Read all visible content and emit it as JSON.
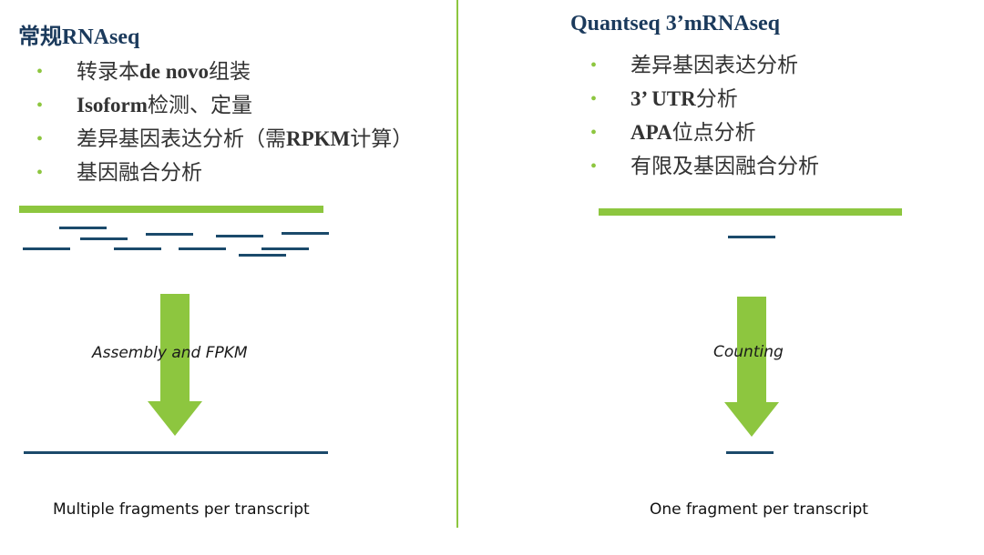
{
  "left": {
    "title": "常规RNAseq",
    "bullets": [
      {
        "pre": "转录本",
        "bold": "de novo",
        "post": "组装"
      },
      {
        "pre": "",
        "bold": "Isoform",
        "post": "检测、定量"
      },
      {
        "pre": "差异基因表达分析（需",
        "bold": "RPKM",
        "post": "计算）"
      },
      {
        "pre": "基因融合分析",
        "bold": "",
        "post": ""
      }
    ],
    "arrow_label": "Assembly and FPKM",
    "caption": "Multiple fragments per transcript"
  },
  "right": {
    "title": "Quantseq  3’mRNAseq",
    "bullets": [
      {
        "pre": "差异基因表达分析",
        "bold": "",
        "post": ""
      },
      {
        "pre": "",
        "bold": "3’ UTR",
        "post": "分析"
      },
      {
        "pre": "",
        "bold": "APA",
        "post": "位点分析"
      },
      {
        "pre": "有限及基因融合分析",
        "bold": "",
        "post": ""
      }
    ],
    "arrow_label": "Counting",
    "caption": "One fragment per transcript"
  },
  "colors": {
    "accent_green": "#8dc63f",
    "fragment_blue": "#1b4a6b",
    "title_blue": "#1b3a5c"
  }
}
